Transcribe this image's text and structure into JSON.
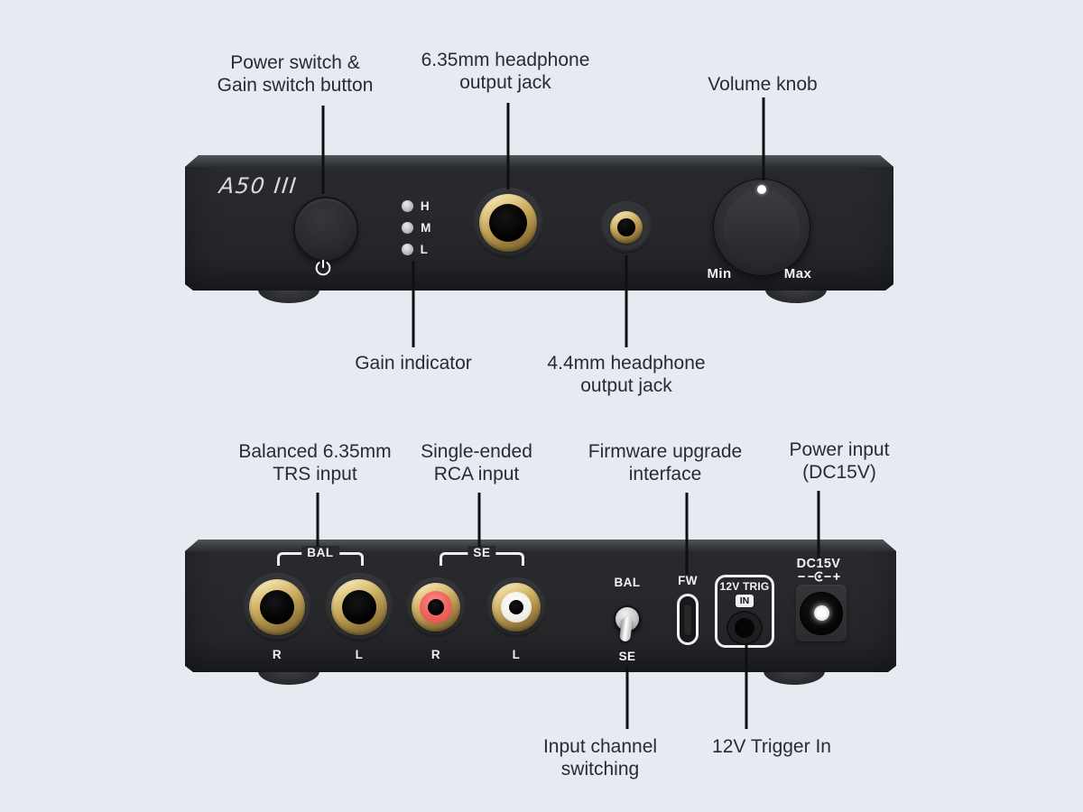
{
  "front": {
    "callouts": {
      "power_switch": {
        "line1": "Power switch &",
        "line2": "Gain switch button"
      },
      "jack_635": {
        "line1": "6.35mm headphone",
        "line2": "output jack"
      },
      "volume": {
        "label": "Volume knob"
      },
      "gain": {
        "label": "Gain indicator"
      },
      "jack_44": {
        "line1": "4.4mm headphone",
        "line2": "output jack"
      }
    },
    "device": {
      "logo": "A50 III",
      "gain_levels": [
        {
          "label": "H"
        },
        {
          "label": "M"
        },
        {
          "label": "L"
        }
      ],
      "knob_min": "Min",
      "knob_max": "Max"
    }
  },
  "back": {
    "callouts": {
      "trs": {
        "line1": "Balanced 6.35mm",
        "line2": "TRS input"
      },
      "rca": {
        "line1": "Single-ended",
        "line2": "RCA input"
      },
      "firmware": {
        "line1": "Firmware upgrade",
        "line2": "interface"
      },
      "power_input": {
        "line1": "Power input",
        "line2": "(DC15V)"
      },
      "input_switch": {
        "line1": "Input channel",
        "line2": "switching"
      },
      "trigger": {
        "label": "12V Trigger In"
      }
    },
    "device": {
      "bal_group": "BAL",
      "se_group": "SE",
      "trs_r": "R",
      "trs_l": "L",
      "rca_r": "R",
      "rca_l": "L",
      "toggle_up": "BAL",
      "toggle_down": "SE",
      "fw": "FW",
      "trig_title": "12V TRIG",
      "trig_in": "IN",
      "dc_label": "DC15V"
    }
  },
  "icons": {
    "power_icon": "power-symbol",
    "polarity_icon": "center-positive-dc-polarity"
  },
  "colors": {
    "background": "#e7eaf0",
    "panel": "#26282b",
    "gold": "#c8a95c",
    "rca_red": "#ee615c",
    "rca_white": "#f1efe9",
    "callout_line": "#0d0f12",
    "label_text": "#272c34",
    "device_text": "#f2f3f5"
  }
}
